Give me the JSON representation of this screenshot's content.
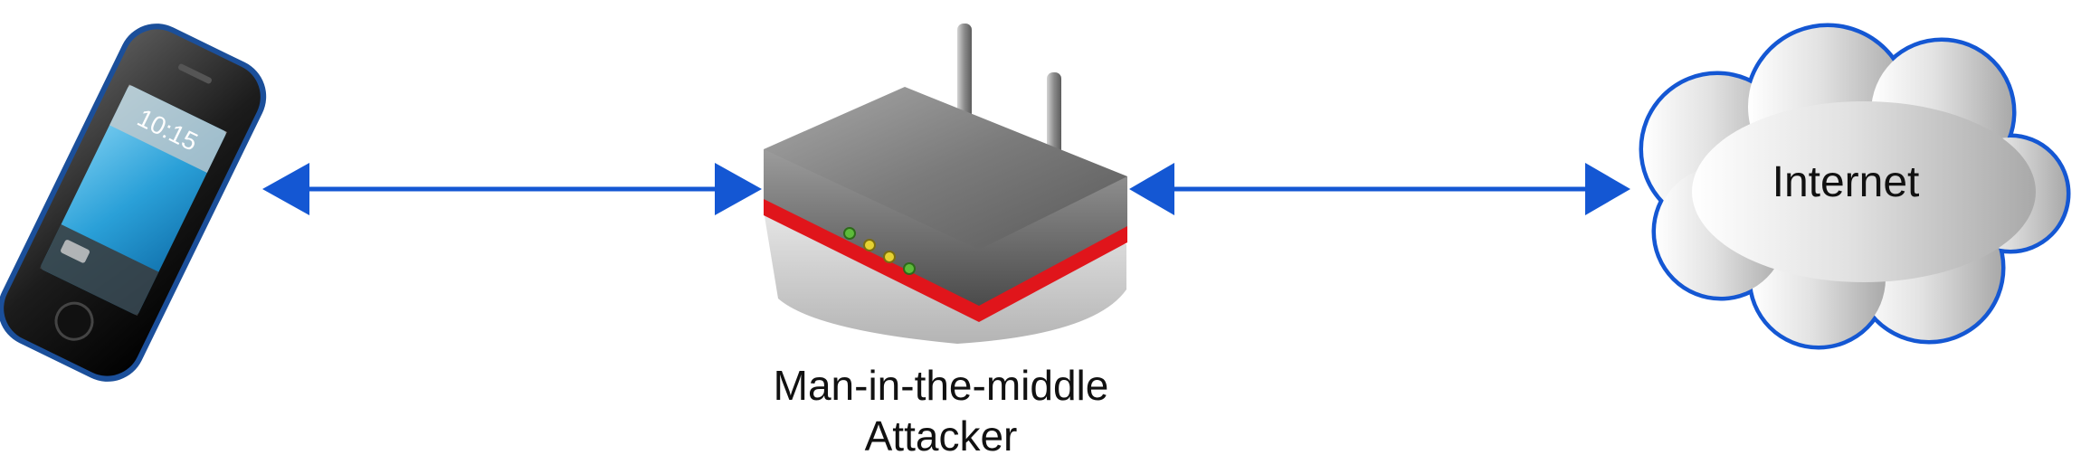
{
  "phone": {
    "clock": "10:15",
    "icon": "smartphone-icon"
  },
  "router": {
    "icon": "wireless-router-icon",
    "label_line1": "Man-in-the-middle",
    "label_line2": "Attacker"
  },
  "cloud": {
    "icon": "cloud-icon",
    "label": "Internet"
  },
  "colors": {
    "arrow": "#1457d3",
    "cloud_outline": "#1457d3",
    "router_stripe": "#e0151b",
    "phone_screen": "#2aa0d8",
    "phone_outline": "#1b4f9a"
  }
}
